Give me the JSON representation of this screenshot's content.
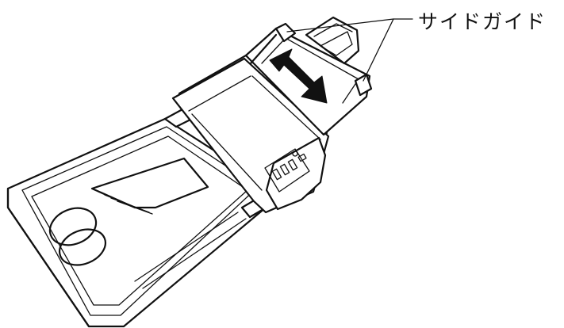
{
  "callout": {
    "label": "サイドガイド"
  },
  "illustration": {
    "subject": "scanner-with-flatbed-and-adf",
    "arrow": "double-headed-adjust-arrow"
  }
}
